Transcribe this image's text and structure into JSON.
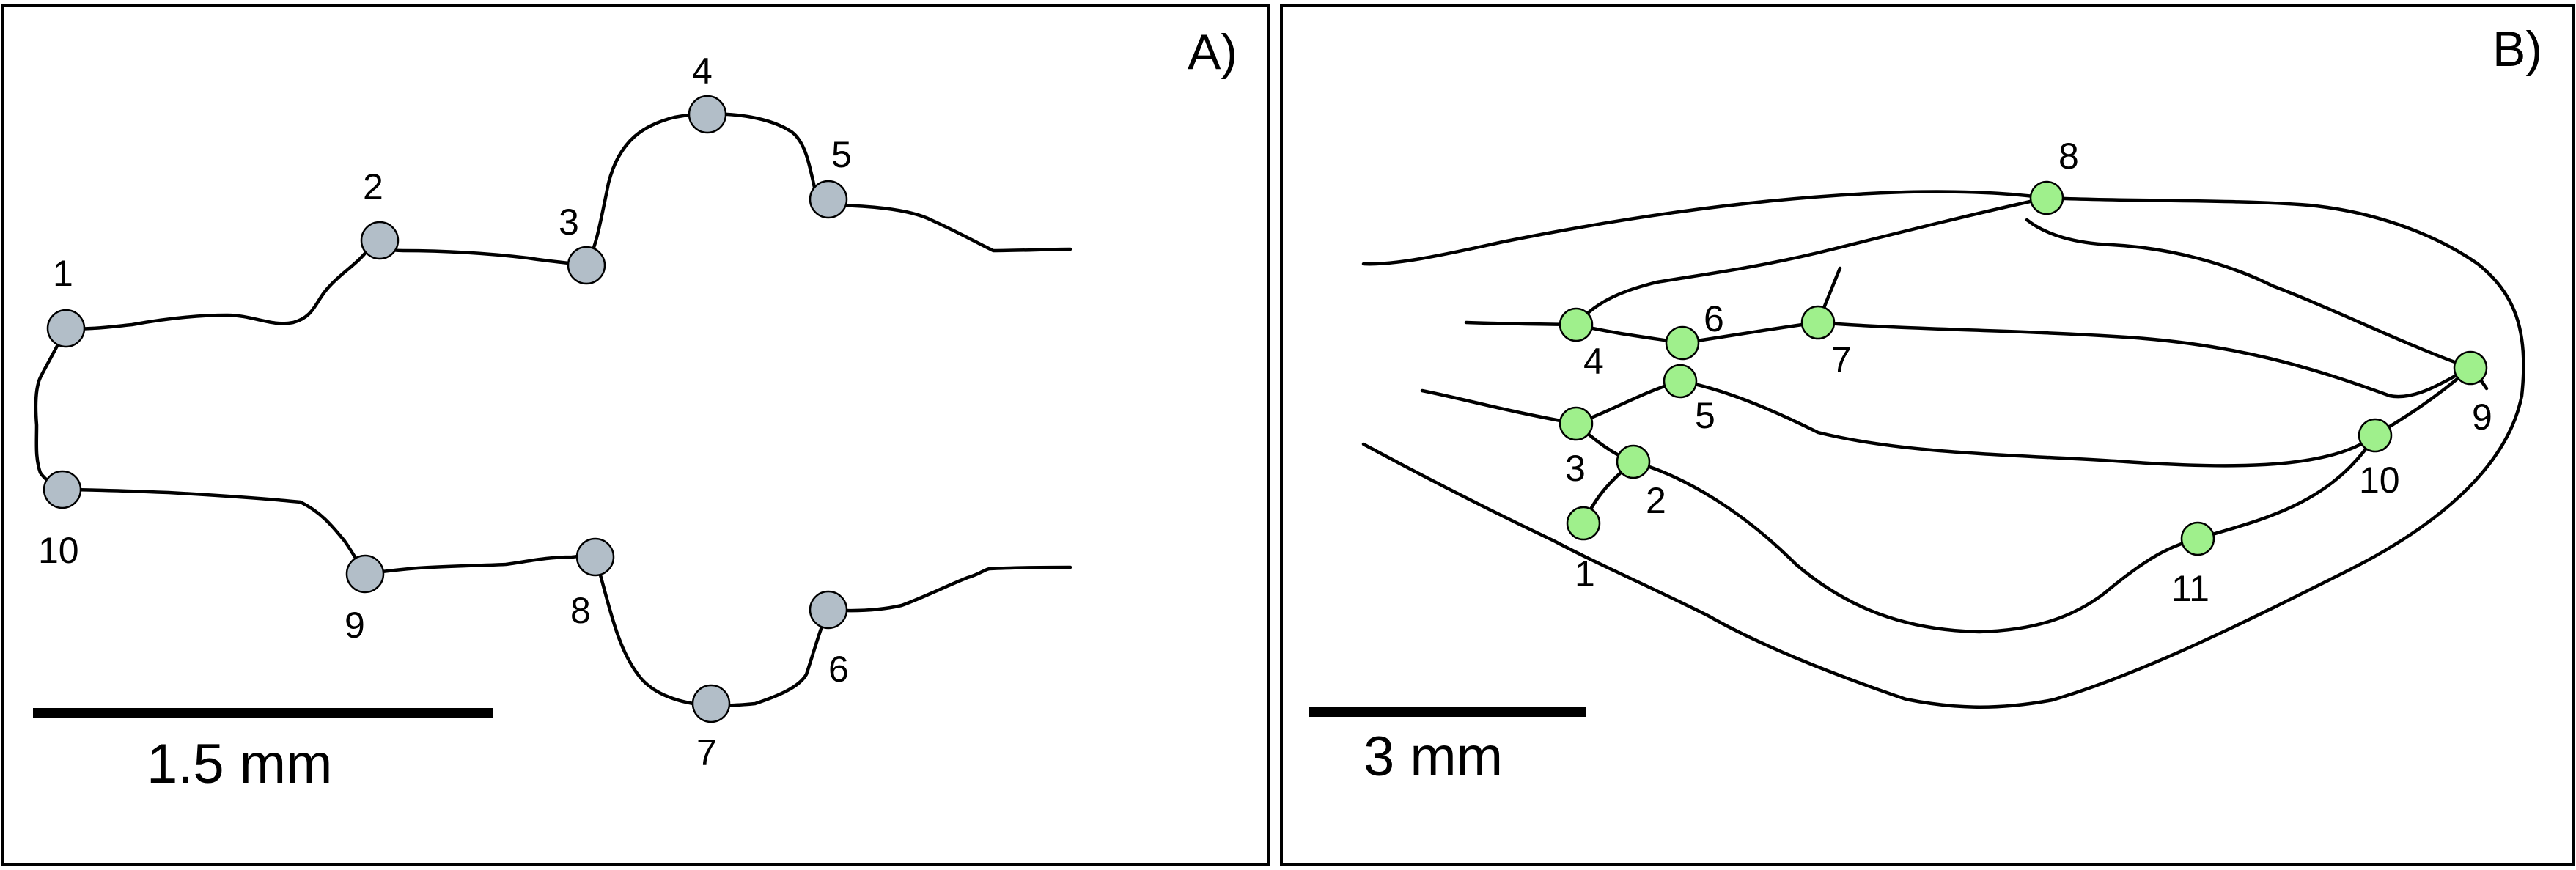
{
  "panels": [
    {
      "tag": "A)",
      "scale_label": "1.5 mm",
      "landmark_color": "#b2bec8",
      "landmark_labels": [
        "1",
        "2",
        "3",
        "4",
        "5",
        "6",
        "7",
        "8",
        "9",
        "10"
      ]
    },
    {
      "tag": "B)",
      "scale_label": "3 mm",
      "landmark_color": "#9ff08c",
      "landmark_labels": [
        "1",
        "2",
        "3",
        "4",
        "5",
        "6",
        "7",
        "8",
        "9",
        "10",
        "11"
      ]
    }
  ]
}
